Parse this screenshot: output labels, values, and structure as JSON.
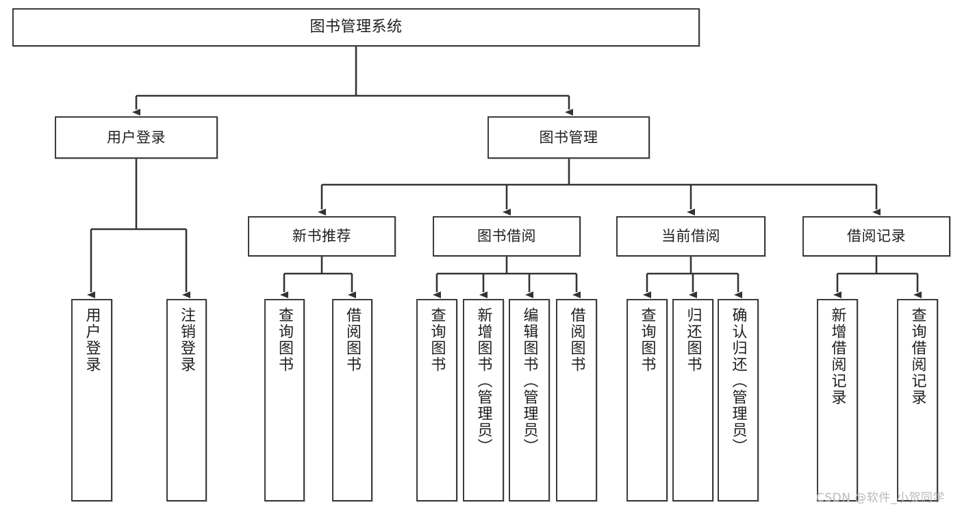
{
  "diagram": {
    "type": "tree-hierarchy-chart",
    "title": "图书管理系统",
    "background_color": "#ffffff",
    "box_border_color": "#3c3c3c",
    "box_fill_color": "#ffffff",
    "connector_color": "#333333",
    "root": {
      "label": "图书管理系统"
    },
    "level1": [
      {
        "label": "用户登录"
      },
      {
        "label": "图书管理"
      }
    ],
    "level2": [
      {
        "label": "新书推荐"
      },
      {
        "label": "图书借阅"
      },
      {
        "label": "当前借阅"
      },
      {
        "label": "借阅记录"
      }
    ],
    "leaves": {
      "user_login": [
        {
          "label": "用户登录"
        },
        {
          "label": "注销登录"
        }
      ],
      "new_book_recommend": [
        {
          "label": "查询图书"
        },
        {
          "label": "借阅图书"
        }
      ],
      "book_borrow": [
        {
          "label": "查询图书"
        },
        {
          "label": "新增图书（管理员）"
        },
        {
          "label": "编辑图书（管理员）"
        },
        {
          "label": "借阅图书"
        }
      ],
      "current_borrow": [
        {
          "label": "查询图书"
        },
        {
          "label": "归还图书"
        },
        {
          "label": "确认归还（管理员）"
        }
      ],
      "borrow_record": [
        {
          "label": "新增借阅记录"
        },
        {
          "label": "查询借阅记录"
        }
      ]
    }
  },
  "watermark": {
    "text": "CSDN @软件_小贺同学"
  }
}
